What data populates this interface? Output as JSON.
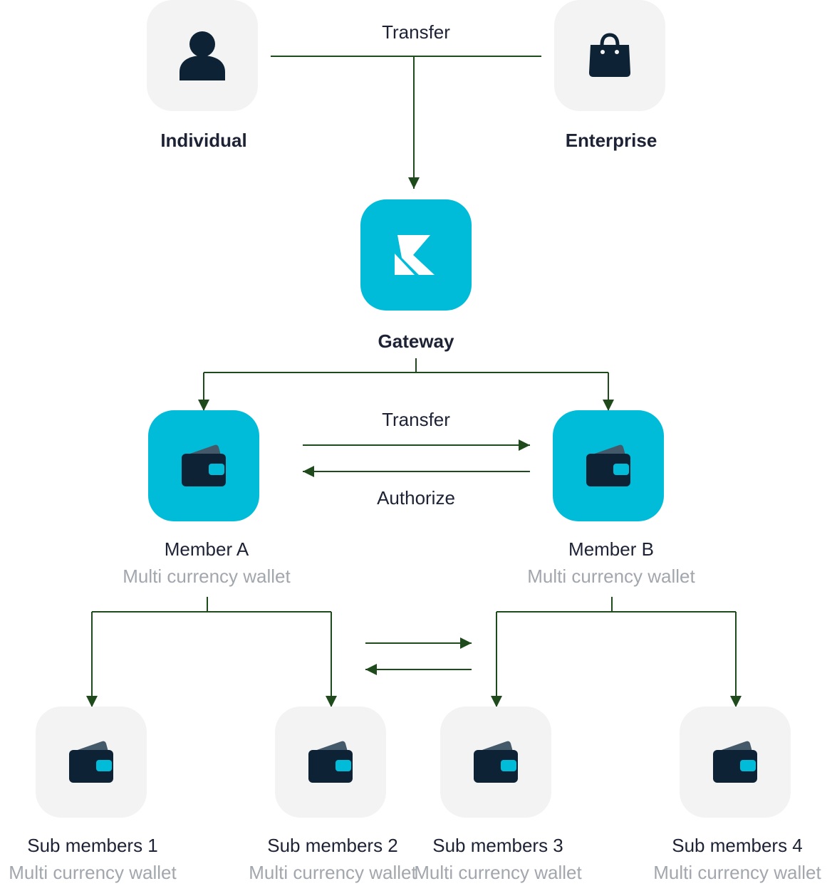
{
  "colors": {
    "tile_grey": "#f3f3f3",
    "tile_teal": "#00bcd9",
    "icon_dark": "#0d2235",
    "line_green": "#1e4a1c",
    "text_dark": "#1d2235",
    "text_muted": "#a2a6ad"
  },
  "nodes": {
    "individual": {
      "label": "Individual",
      "icon": "person-icon"
    },
    "enterprise": {
      "label": "Enterprise",
      "icon": "shopping-bag-icon"
    },
    "gateway": {
      "label": "Gateway",
      "icon": "gateway-logo-icon"
    },
    "member_a": {
      "label": "Member A",
      "sublabel": "Multi currency wallet",
      "icon": "wallet-icon"
    },
    "member_b": {
      "label": "Member B",
      "sublabel": "Multi currency wallet",
      "icon": "wallet-icon"
    },
    "sub1": {
      "label": "Sub members 1",
      "sublabel": "Multi currency wallet",
      "icon": "wallet-icon"
    },
    "sub2": {
      "label": "Sub members 2",
      "sublabel": "Multi currency wallet",
      "icon": "wallet-icon"
    },
    "sub3": {
      "label": "Sub members 3",
      "sublabel": "Multi currency wallet",
      "icon": "wallet-icon"
    },
    "sub4": {
      "label": "Sub members 4",
      "sublabel": "Multi currency wallet",
      "icon": "wallet-icon"
    }
  },
  "edges": {
    "top_transfer": "Transfer",
    "member_transfer": "Transfer",
    "member_authorize": "Authorize"
  }
}
